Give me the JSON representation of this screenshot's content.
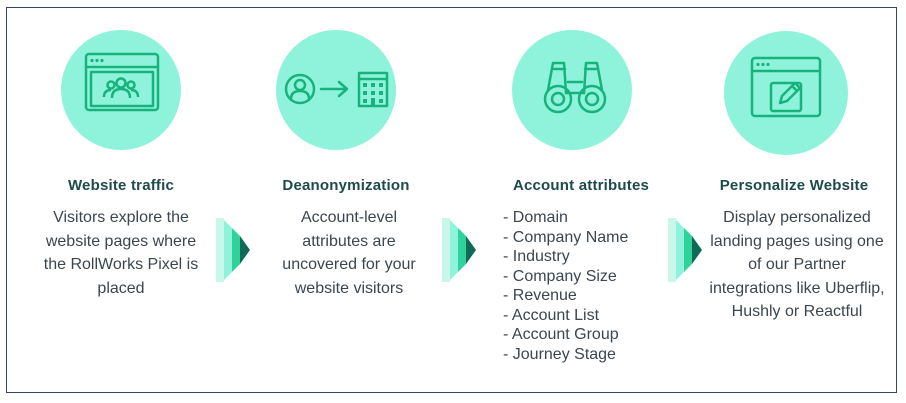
{
  "steps": [
    {
      "icon": "browser-users-icon",
      "title": "Website traffic",
      "description": "Visitors explore the website pages where the RollWorks Pixel is placed"
    },
    {
      "icon": "user-to-building-icon",
      "title": "Deanonymization",
      "description": "Account-level attributes are uncovered for your website visitors"
    },
    {
      "icon": "binoculars-icon",
      "title": "Account attributes",
      "items": [
        "- Domain",
        "- Company Name",
        "- Industry",
        "- Company Size",
        "- Revenue",
        "- Account List",
        "- Account Group",
        "- Journey Stage"
      ]
    },
    {
      "icon": "browser-edit-icon",
      "title": "Personalize Website",
      "description": "Display personalized landing pages using one of our Partner integrations like Uberflip, Hushly or Reactful"
    }
  ],
  "colors": {
    "circle": "#8ff3dc",
    "icon_stroke": "#17b37a",
    "title": "#1e4a4a",
    "body_text": "#3b4650",
    "frame": "#34495e"
  }
}
